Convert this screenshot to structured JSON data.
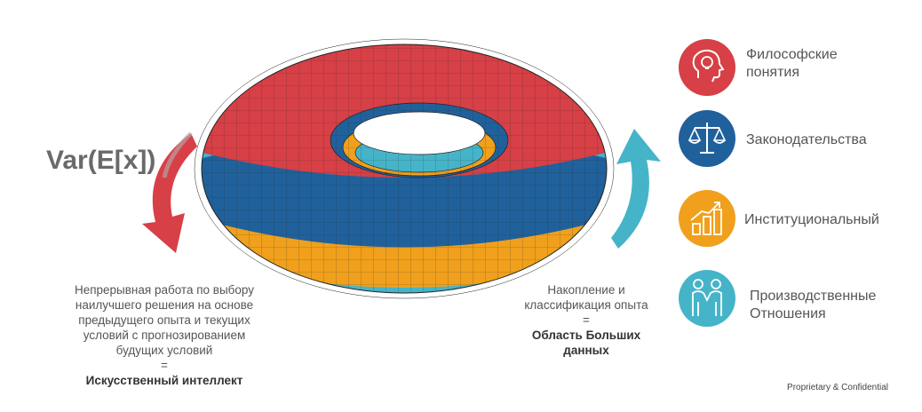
{
  "var_label": "Var(E[x])",
  "left_text": {
    "lines": [
      "Непрерывная работа по выбору",
      "наилучшего решения на основе",
      "предыдущего опыта и текущих",
      "условий с прогнозированием",
      "будущих условий"
    ],
    "equals": "=",
    "result": "Искусственный интеллект"
  },
  "middle_text": {
    "lines": [
      "Накопление и",
      "классификация опыта"
    ],
    "equals": "=",
    "result_lines": [
      "Область Больших",
      "данных"
    ]
  },
  "categories": [
    {
      "label_lines": [
        "Философские",
        "понятия"
      ],
      "color": "#d64046",
      "icon": "head-bulb-icon"
    },
    {
      "label_lines": [
        "Законодательства"
      ],
      "color": "#20619b",
      "icon": "scales-icon"
    },
    {
      "label_lines": [
        "Институциональный"
      ],
      "color": "#f0a01c",
      "icon": "growth-chart-icon"
    },
    {
      "label_lines": [
        "Производственные",
        "Отношения"
      ],
      "color": "#45b4c9",
      "icon": "handshake-people-icon"
    }
  ],
  "footer": "Proprietary & Confidential",
  "colors": {
    "red": "#d64046",
    "blue": "#20619b",
    "orange": "#f0a01c",
    "cyan": "#45b4c9"
  }
}
